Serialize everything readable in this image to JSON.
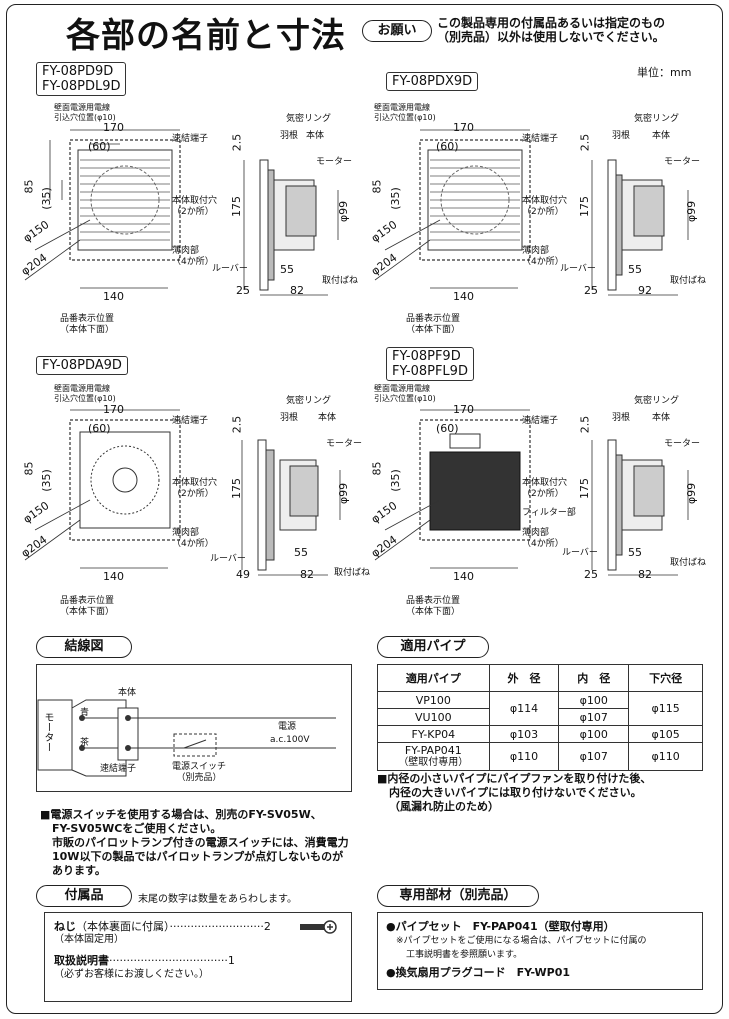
{
  "header": {
    "title": "各部の名前と寸法",
    "notice_label": "お願い",
    "notice_line1": "この製品専用の付属品あるいは指定のもの",
    "notice_line2": "（別売品）以外は使用しないでください。",
    "unit": "単位：mm"
  },
  "models": {
    "a_line1": "FY-08PD9D",
    "a_line2": "FY-08PDL9D",
    "b": "FY-08PDX9D",
    "c": "FY-08PDA9D",
    "d_line1": "FY-08PF9D",
    "d_line2": "FY-08PFL9D"
  },
  "labels": {
    "wire_hole_1": "壁面電源用電線",
    "wire_hole_2": "引込穴位置(φ10)",
    "connector": "速結端子",
    "mount_hole_1": "本体取付穴",
    "mount_hole_2": "（2か所）",
    "thin_1": "薄肉部",
    "thin_2": "（4か所）",
    "model_pos_1": "品番表示位置",
    "model_pos_2": "（本体下面）",
    "seal_ring": "気密リング",
    "blade": "羽根",
    "body": "本体",
    "motor": "モーター",
    "louver": "ルーバー",
    "spring": "取付ばね",
    "filter": "フィルター部"
  },
  "dims": {
    "w170": "170",
    "w60": "(60)",
    "h85": "85",
    "h35": "(35)",
    "d150": "φ150",
    "d204": "φ204",
    "w140": "140",
    "d25": "2.5",
    "h175": "175",
    "d99": "φ99",
    "w55": "55",
    "w25": "25",
    "w82": "82",
    "w92": "92",
    "w49": "49"
  },
  "wiring": {
    "title": "結線図",
    "motor": "モーター",
    "body": "本体",
    "blue": "青",
    "brown": "茶",
    "connector": "速結端子",
    "power": "電源",
    "voltage": "a.c.100V",
    "switch_1": "電源スイッチ",
    "switch_2": "（別売品）",
    "note1": "■電源スイッチを使用する場合は、別売のFY-SV05W、",
    "note2": "FY-SV05WCをご使用ください。",
    "note3": "市販のパイロットランプ付きの電源スイッチには、消費電力",
    "note4": "10W以下の製品ではパイロットランプが点灯しないものが",
    "note5": "あります。"
  },
  "pipe": {
    "title": "適用パイプ",
    "headers": [
      "適用パイプ",
      "外　径",
      "内　径",
      "下穴径"
    ],
    "rows": {
      "vp100": "VP100",
      "vu100": "VU100",
      "outer_vp": "φ114",
      "inner_vp": "φ100",
      "inner_vu": "φ107",
      "hole_vp": "φ115",
      "kp04": "FY-KP04",
      "outer_kp": "φ103",
      "inner_kp": "φ100",
      "hole_kp": "φ105",
      "pap_1": "FY-PAP041",
      "pap_2": "（壁取付専用）",
      "outer_pap": "φ110",
      "inner_pap": "φ107",
      "hole_pap": "φ110"
    },
    "note1": "■内径の小さいパイプにパイプファンを取り付けた後、",
    "note2": "内径の大きいパイプには取り付けないでください。",
    "note3": "（風漏れ防止のため）"
  },
  "accessories": {
    "title": "付属品",
    "desc": "末尾の数字は数量をあらわします。",
    "screw": "ねじ",
    "screw_note": "（本体裏面に付属）",
    "screw_qty": "···························2",
    "screw_sub": "（本体固定用）",
    "manual": "取扱説明書",
    "manual_qty": "··································1",
    "manual_sub": "（必ずお客様にお渡しください。）"
  },
  "parts": {
    "title": "専用部材（別売品）",
    "pipe_set": "●パイプセット　FY-PAP041（壁取付専用）",
    "pipe_note1": "※パイプセットをご使用になる場合は、パイプセットに付属の",
    "pipe_note2": "工事説明書を参照願います。",
    "plug": "●換気扇用プラグコード　FY-WP01"
  }
}
